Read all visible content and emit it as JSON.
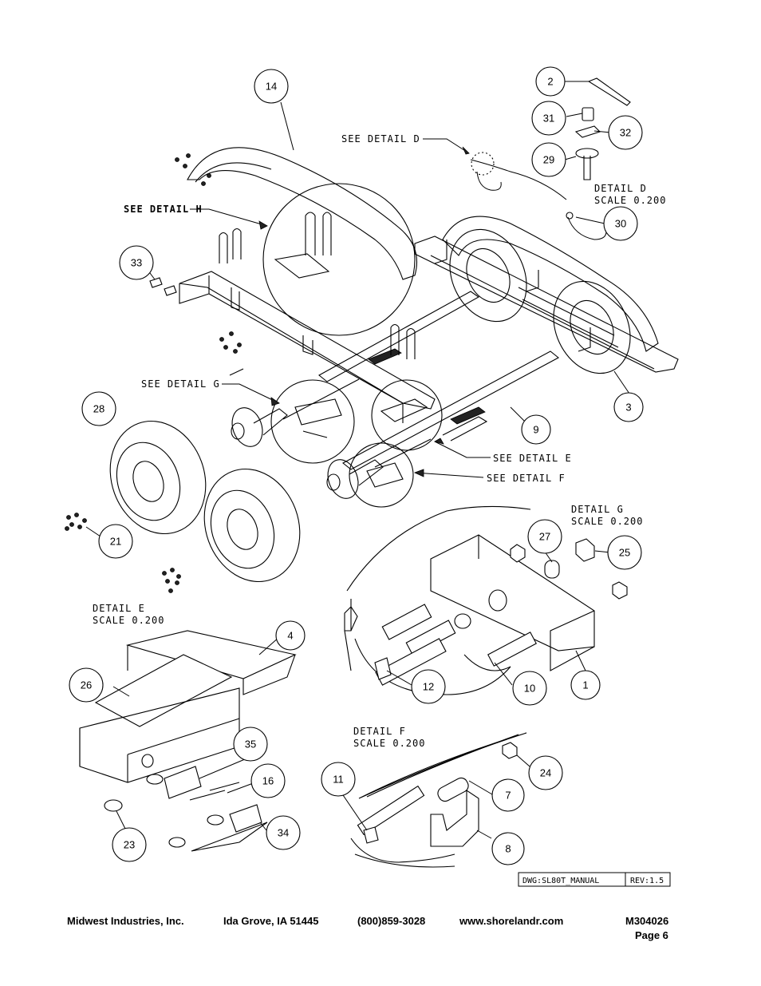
{
  "details": {
    "see_detail_d": "SEE DETAIL  D",
    "see_detail_h": "SEE DETAIL  H",
    "see_detail_g": "SEE DETAIL  G",
    "see_detail_e": "SEE DETAIL  E",
    "see_detail_f": "SEE DETAIL  F",
    "detail_d_title": "DETAIL  D",
    "detail_d_scale": "SCALE  0.200",
    "detail_g_title": "DETAIL  G",
    "detail_g_scale": "SCALE  0.200",
    "detail_e_title": "DETAIL  E",
    "detail_e_scale": "SCALE  0.200",
    "detail_f_title": "DETAIL  F",
    "detail_f_scale": "SCALE  0.200"
  },
  "callouts": [
    "14",
    "2",
    "31",
    "32",
    "29",
    "30",
    "33",
    "3",
    "9",
    "28",
    "21",
    "27",
    "25",
    "4",
    "26",
    "12",
    "10",
    "1",
    "35",
    "16",
    "23",
    "34",
    "11",
    "24",
    "7",
    "8"
  ],
  "titleblock": {
    "dwg": "DWG:SL80T_MANUAL",
    "rev": "REV:1.5"
  },
  "footer": {
    "company": "Midwest Industries, Inc.",
    "city": "Ida Grove, IA  51445",
    "phone": "(800)859-3028",
    "web": "www.shorelandr.com",
    "doc": "M304026",
    "page": "Page 6"
  }
}
